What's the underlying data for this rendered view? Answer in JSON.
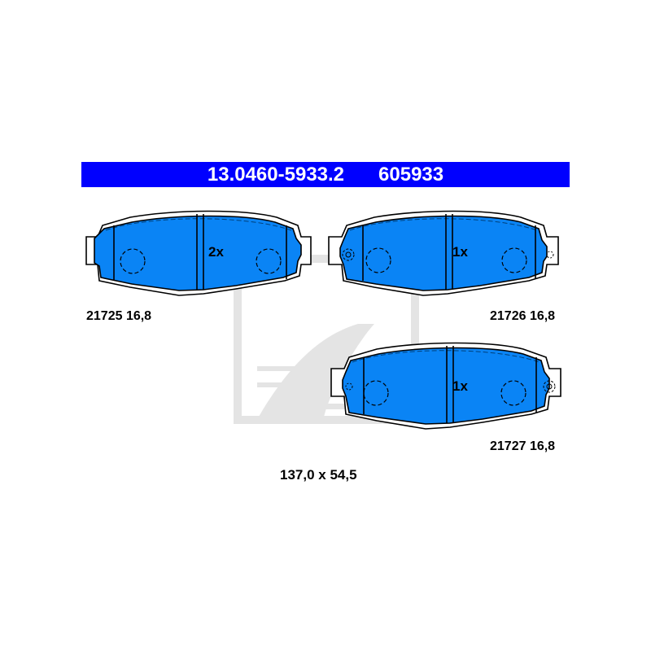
{
  "header": {
    "part_number": "13.0460-5933.2",
    "ref_number": "605933",
    "background_color": "#0000ff",
    "text_color": "#ffffff"
  },
  "pads": [
    {
      "quantity": "2x",
      "code": "21725",
      "thickness": "16,8",
      "label": "21725 16,8",
      "wear_sensor_holes": false
    },
    {
      "quantity": "1x",
      "code": "21726",
      "thickness": "16,8",
      "label": "21726 16,8",
      "wear_sensor_holes": true
    },
    {
      "quantity": "1x",
      "code": "21727",
      "thickness": "16,8",
      "label": "21727 16,8",
      "wear_sensor_holes": true
    }
  ],
  "dimensions": "137,0 x 54,5",
  "colors": {
    "pad_fill": "#0a84f5",
    "outline": "#000000",
    "watermark": "#e6e6e6"
  },
  "watermark": {
    "logo": "ate-logo"
  }
}
